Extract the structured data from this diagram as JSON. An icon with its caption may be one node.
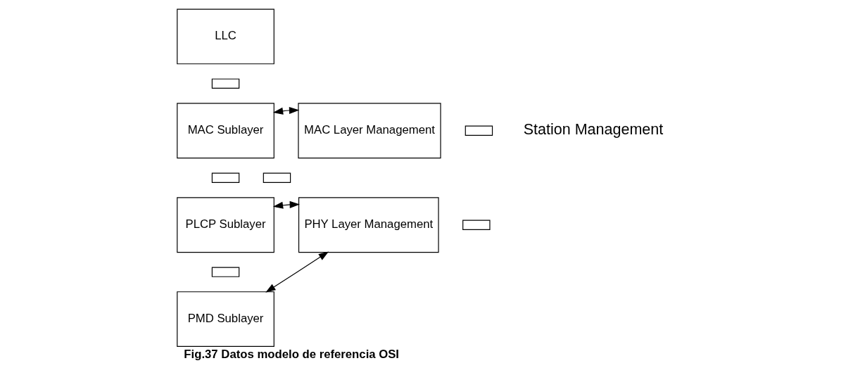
{
  "diagram": {
    "caption": "Fig.37 Datos modelo de referencia OSI",
    "nodes": [
      {
        "text": [
          "LLC"
        ]
      },
      {
        "text": [],
        "shape": "box"
      },
      {
        "text": [
          "MAC Sublayer"
        ]
      },
      {
        "text": [
          "MAC Layer Management"
        ]
      },
      {
        "text": [],
        "shape": "box"
      },
      {
        "text": [],
        "shape": "box"
      },
      {
        "text": [],
        "shape": "box"
      },
      {
        "text": [
          "PLCP Sublayer"
        ]
      },
      {
        "text": [
          "PHY Layer Management"
        ]
      },
      {
        "text": [],
        "shape": "box"
      },
      {
        "text": [],
        "shape": "box"
      },
      {
        "text": [
          "PMD Sublayer"
        ]
      }
    ],
    "edges": [
      {
        "from": 2,
        "to": 3,
        "arrow": "both"
      },
      {
        "from": 7,
        "to": 8,
        "arrow": "both"
      },
      {
        "from": 11,
        "to": 8,
        "arrow": "both"
      }
    ],
    "labels": [
      "Station Management"
    ]
  }
}
